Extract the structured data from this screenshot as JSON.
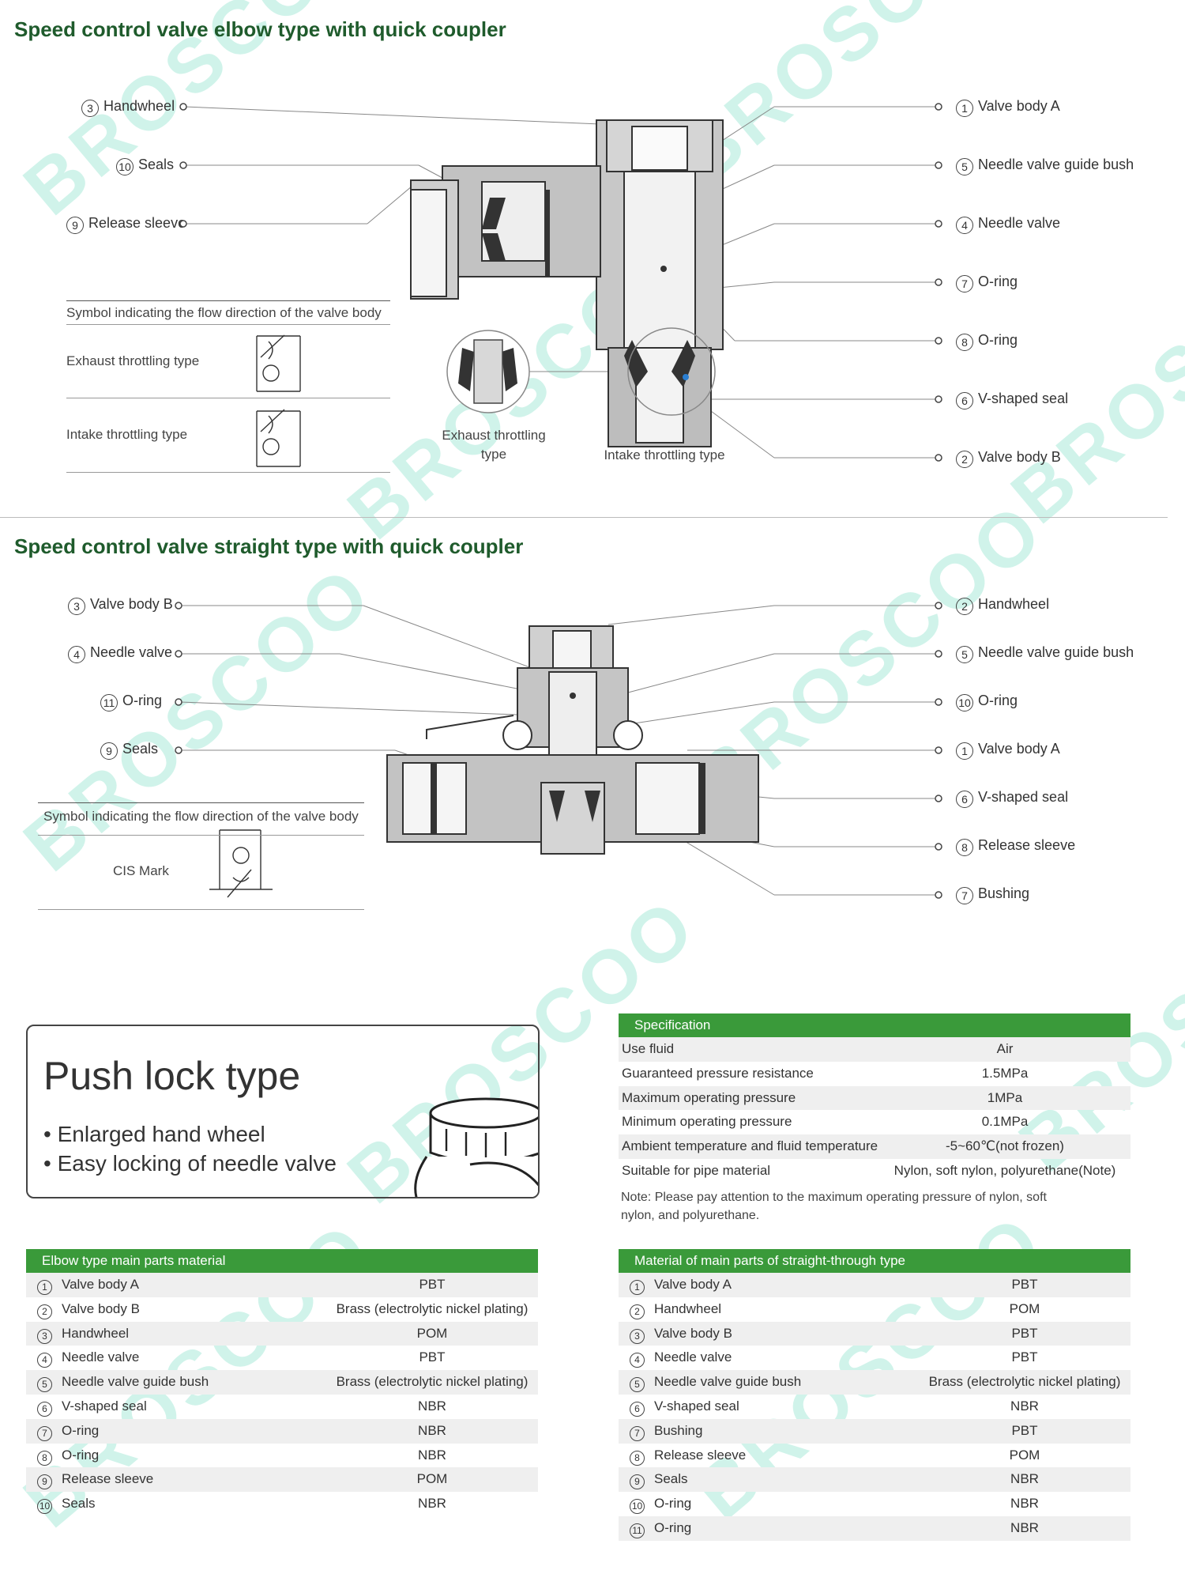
{
  "section1": {
    "title": "Speed control valve elbow type with quick coupler",
    "left_callouts": [
      {
        "num": "3",
        "label": "Handwheel"
      },
      {
        "num": "10",
        "label": "Seals"
      },
      {
        "num": "9",
        "label": "Release sleeve"
      }
    ],
    "right_callouts": [
      {
        "num": "1",
        "label": "Valve body A"
      },
      {
        "num": "5",
        "label": "Needle valve guide bush"
      },
      {
        "num": "4",
        "label": "Needle valve"
      },
      {
        "num": "7",
        "label": "O-ring"
      },
      {
        "num": "8",
        "label": "O-ring"
      },
      {
        "num": "6",
        "label": "V-shaped seal"
      },
      {
        "num": "2",
        "label": "Valve body B"
      }
    ],
    "symbol_header": "Symbol indicating the flow direction of the valve body",
    "symbol_rows": [
      "Exhaust throttling type",
      "Intake throttling type"
    ],
    "caption_exhaust": "Exhaust throttling type",
    "caption_intake": "Intake throttling type"
  },
  "section2": {
    "title": "Speed control valve straight type with quick coupler",
    "left_callouts": [
      {
        "num": "3",
        "label": "Valve body B"
      },
      {
        "num": "4",
        "label": "Needle valve"
      },
      {
        "num": "11",
        "label": "O-ring"
      },
      {
        "num": "9",
        "label": "Seals"
      }
    ],
    "right_callouts": [
      {
        "num": "2",
        "label": "Handwheel"
      },
      {
        "num": "5",
        "label": "Needle valve guide bush"
      },
      {
        "num": "10",
        "label": "O-ring"
      },
      {
        "num": "1",
        "label": "Valve body A"
      },
      {
        "num": "6",
        "label": "V-shaped seal"
      },
      {
        "num": "8",
        "label": "Release sleeve"
      },
      {
        "num": "7",
        "label": "Bushing"
      }
    ],
    "symbol_header": "Symbol indicating the flow direction of the valve body",
    "symbol_row": "CIS Mark"
  },
  "push_lock": {
    "title": "Push lock type",
    "bullets": [
      "Enlarged hand wheel",
      "Easy locking of needle valve"
    ]
  },
  "spec": {
    "header": "Specification",
    "rows": [
      {
        "label": "Use fluid",
        "value": "Air"
      },
      {
        "label": "Guaranteed pressure resistance",
        "value": "1.5MPa"
      },
      {
        "label": "Maximum operating pressure",
        "value": "1MPa"
      },
      {
        "label": "Minimum operating pressure",
        "value": "0.1MPa"
      },
      {
        "label": "Ambient temperature and fluid temperature",
        "value": "-5~60℃(not frozen)"
      },
      {
        "label": "Suitable for pipe material",
        "value": "Nylon, soft nylon, polyurethane(Note)"
      }
    ],
    "note": "Note: Please pay attention to the maximum operating pressure of nylon, soft nylon, and polyurethane."
  },
  "elbow_table": {
    "header": "Elbow type main parts material",
    "rows": [
      {
        "num": "1",
        "part": "Valve body A",
        "material": "PBT"
      },
      {
        "num": "2",
        "part": "Valve body B",
        "material": "Brass (electrolytic nickel plating)"
      },
      {
        "num": "3",
        "part": "Handwheel",
        "material": "POM"
      },
      {
        "num": "4",
        "part": "Needle valve",
        "material": "PBT"
      },
      {
        "num": "5",
        "part": "Needle valve guide bush",
        "material": "Brass (electrolytic nickel plating)"
      },
      {
        "num": "6",
        "part": "V-shaped seal",
        "material": "NBR"
      },
      {
        "num": "7",
        "part": "O-ring",
        "material": "NBR"
      },
      {
        "num": "8",
        "part": "O-ring",
        "material": "NBR"
      },
      {
        "num": "9",
        "part": "Release sleeve",
        "material": "POM"
      },
      {
        "num": "10",
        "part": "Seals",
        "material": "NBR"
      }
    ]
  },
  "straight_table": {
    "header": "Material of main parts of straight-through type",
    "rows": [
      {
        "num": "1",
        "part": "Valve body A",
        "material": "PBT"
      },
      {
        "num": "2",
        "part": "Handwheel",
        "material": "POM"
      },
      {
        "num": "3",
        "part": "Valve body B",
        "material": "PBT"
      },
      {
        "num": "4",
        "part": "Needle valve",
        "material": "PBT"
      },
      {
        "num": "5",
        "part": "Needle valve guide bush",
        "material": "Brass (electrolytic nickel plating)"
      },
      {
        "num": "6",
        "part": "V-shaped seal",
        "material": "NBR"
      },
      {
        "num": "7",
        "part": "Bushing",
        "material": "PBT"
      },
      {
        "num": "8",
        "part": "Release sleeve",
        "material": "POM"
      },
      {
        "num": "9",
        "part": "Seals",
        "material": "NBR"
      },
      {
        "num": "10",
        "part": "O-ring",
        "material": "NBR"
      },
      {
        "num": "11",
        "part": "O-ring",
        "material": "NBR"
      }
    ]
  },
  "watermark": "BROSCOO"
}
